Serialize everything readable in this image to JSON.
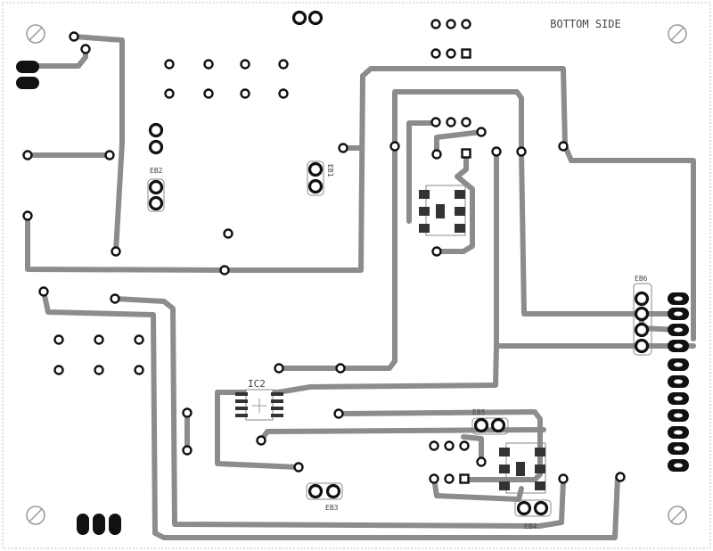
{
  "board": {
    "side_label": "BOTTOM  SIDE",
    "labels": {
      "eb1": "EB1",
      "eb2": "EB2",
      "eb3": "EB3",
      "eb4": "EB4",
      "eb5": "EB5",
      "eb6": "EB6",
      "ic2": "IC2"
    }
  }
}
